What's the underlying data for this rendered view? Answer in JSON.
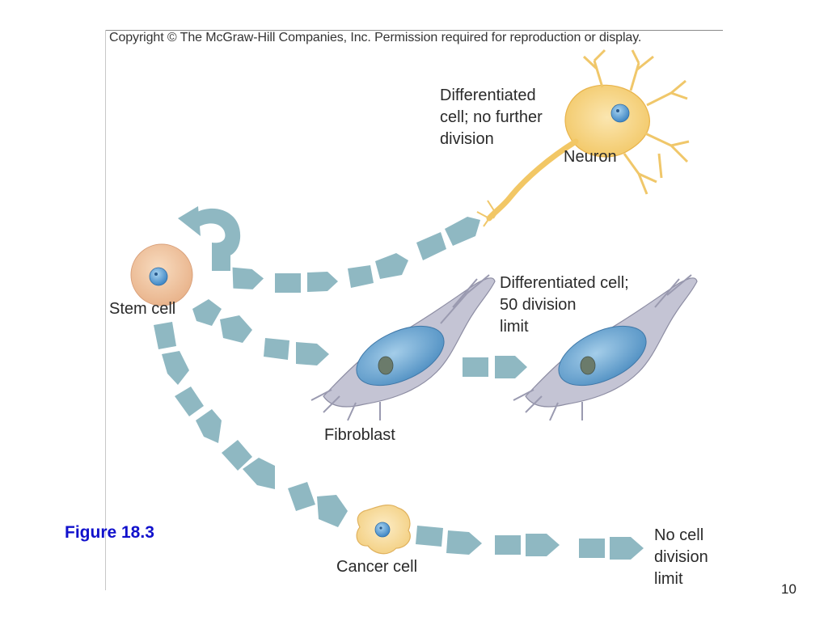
{
  "copyright": "Copyright © The McGraw-Hill Companies, Inc. Permission required for reproduction or display.",
  "labels": {
    "neuron_desc": [
      "Differentiated",
      "cell; no further",
      "division"
    ],
    "neuron": "Neuron",
    "stem_cell": "Stem cell",
    "fibroblast_desc": [
      "Differentiated cell;",
      "50 division",
      "limit"
    ],
    "fibroblast": "Fibroblast",
    "cancer_cell": "Cancer cell",
    "cancer_desc": [
      "No cell",
      "division",
      "limit"
    ]
  },
  "figure_label": "Figure 18.3",
  "page_number": "10",
  "colors": {
    "arrow": "#8fb8c2",
    "stem_cell": "#f2c7a3",
    "nucleus": "#5a9fd4",
    "neuron": "#f5d27e",
    "fibroblast_body": "#b9b9c9",
    "fibroblast_nucleus": "#6aa3d0",
    "cancer_cell": "#f7dda0",
    "figure_label": "#1111cc"
  },
  "icons": {
    "self_renewal_arrow": "curved-arrow-icon"
  }
}
